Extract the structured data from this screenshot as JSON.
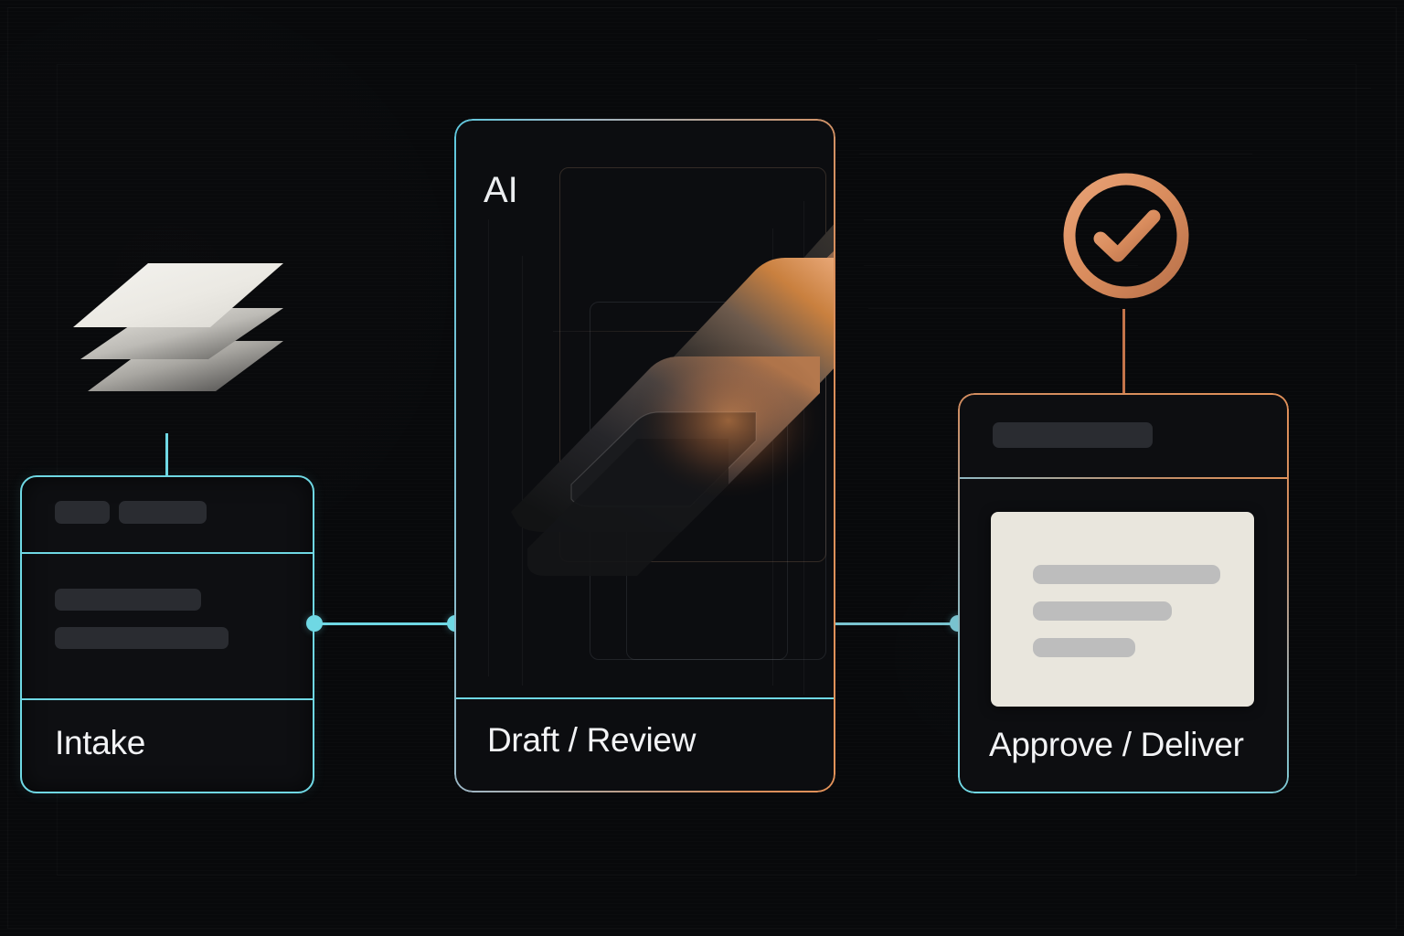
{
  "diagram": {
    "title": "AI document workflow pipeline",
    "background_color": "#08090b",
    "accent_cyan": "#6fd8e4",
    "accent_copper": "#e29259"
  },
  "stages": [
    {
      "id": "intake",
      "label": "Intake",
      "icon": "stacked-sheets-icon",
      "sections": [
        "header",
        "body",
        "footer"
      ]
    },
    {
      "id": "draft_review",
      "label": "Draft / Review",
      "badge": "AI",
      "icon": "ai-abstract-graphic"
    },
    {
      "id": "approve_deliver",
      "label": "Approve / Deliver",
      "icon": "check-circle-icon",
      "document": "approved-document-preview"
    }
  ],
  "connectors": [
    {
      "from": "intake",
      "to": "draft_review",
      "color": "#6fd8e4"
    },
    {
      "from": "draft_review",
      "to": "approve_deliver",
      "color": "#79c3cf"
    },
    {
      "from": "check-circle-icon",
      "to": "approve_deliver",
      "color": "#c4744a"
    }
  ],
  "labels": {
    "intake": "Intake",
    "draft_review": "Draft / Review",
    "approve_deliver": "Approve / Deliver",
    "ai_badge": "AI"
  },
  "icons": {
    "sheets": "stacked-sheets-icon",
    "check": "check-circle-icon"
  }
}
